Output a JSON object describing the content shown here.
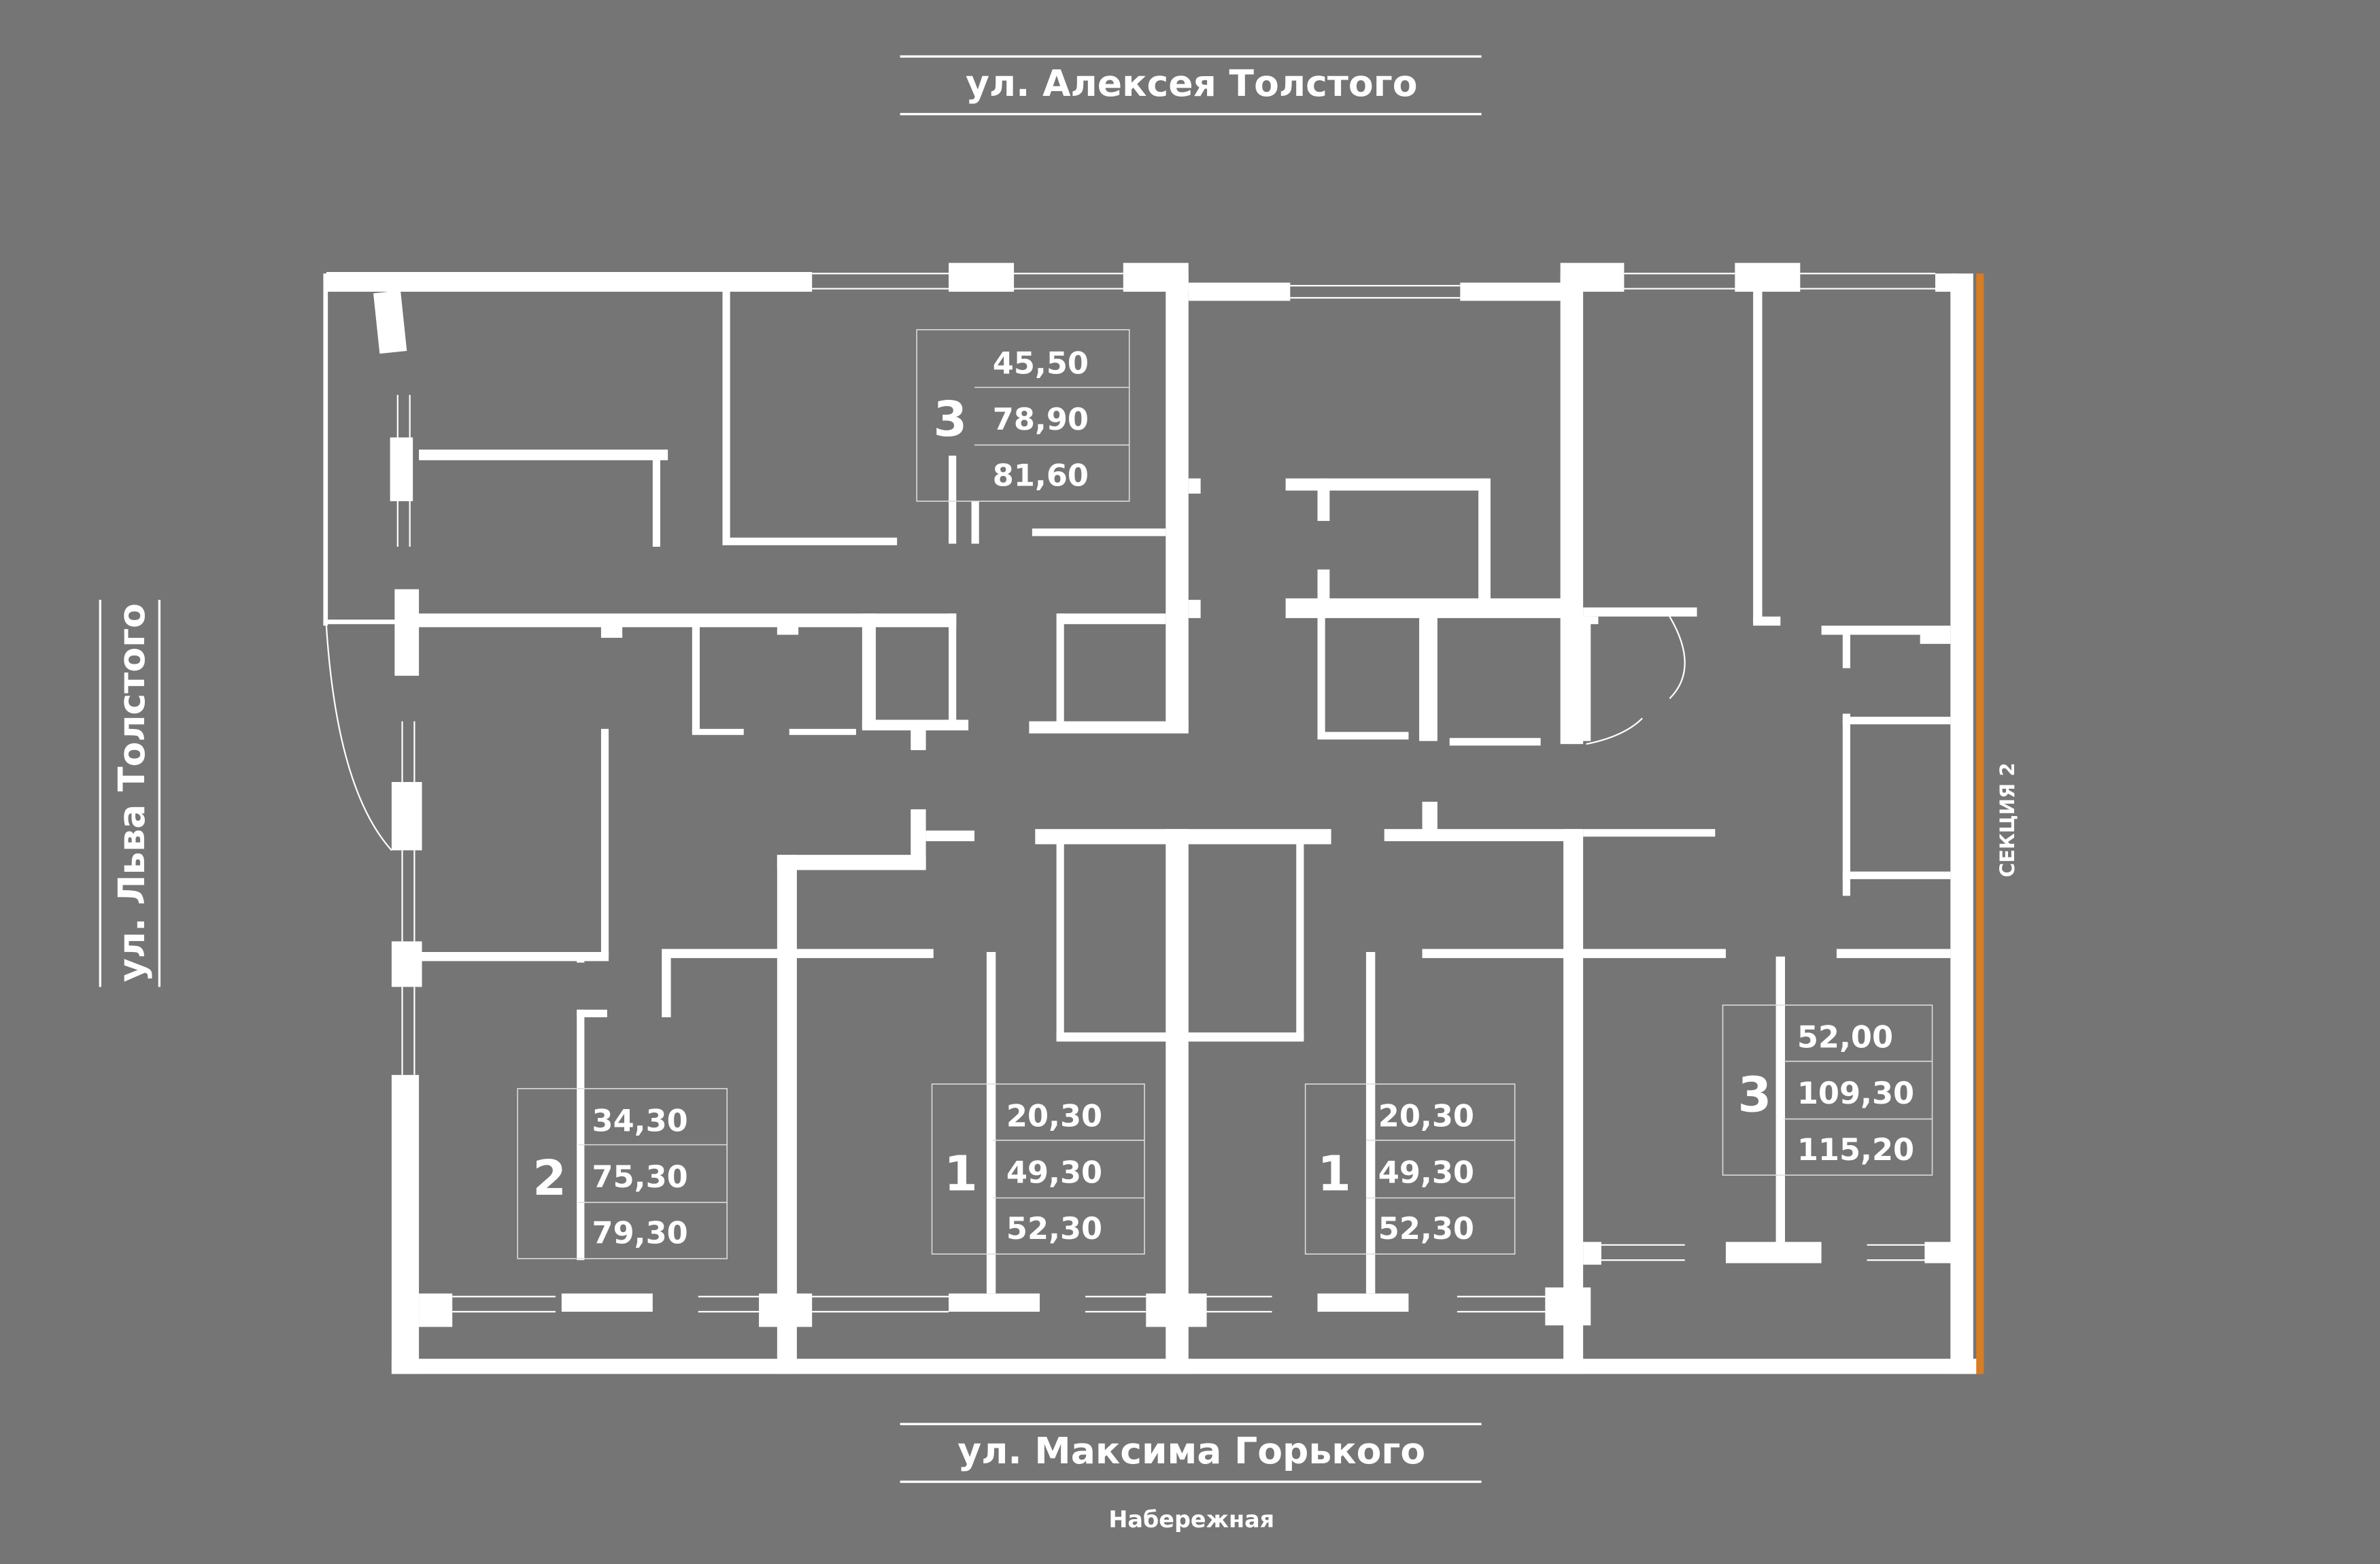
{
  "streets": {
    "top": "ул. Алексея Толстого",
    "left": "ул. Льва Толстого",
    "bottom": "ул. Максима Горького",
    "bottom_sub": "Набережная"
  },
  "section_label": "СЕКЦИЯ 2",
  "colors": {
    "background": "#757575",
    "walls": "#ffffff",
    "section_edge": "#d97c22"
  },
  "apartments": [
    {
      "rooms": "3",
      "areas": [
        "45,50",
        "78,90",
        "81,60"
      ]
    },
    {
      "rooms": "2",
      "areas": [
        "34,30",
        "75,30",
        "79,30"
      ]
    },
    {
      "rooms": "1",
      "areas": [
        "20,30",
        "49,30",
        "52,30"
      ]
    },
    {
      "rooms": "1",
      "areas": [
        "20,30",
        "49,30",
        "52,30"
      ]
    },
    {
      "rooms": "3",
      "areas": [
        "52,00",
        "109,30",
        "115,20"
      ]
    }
  ]
}
